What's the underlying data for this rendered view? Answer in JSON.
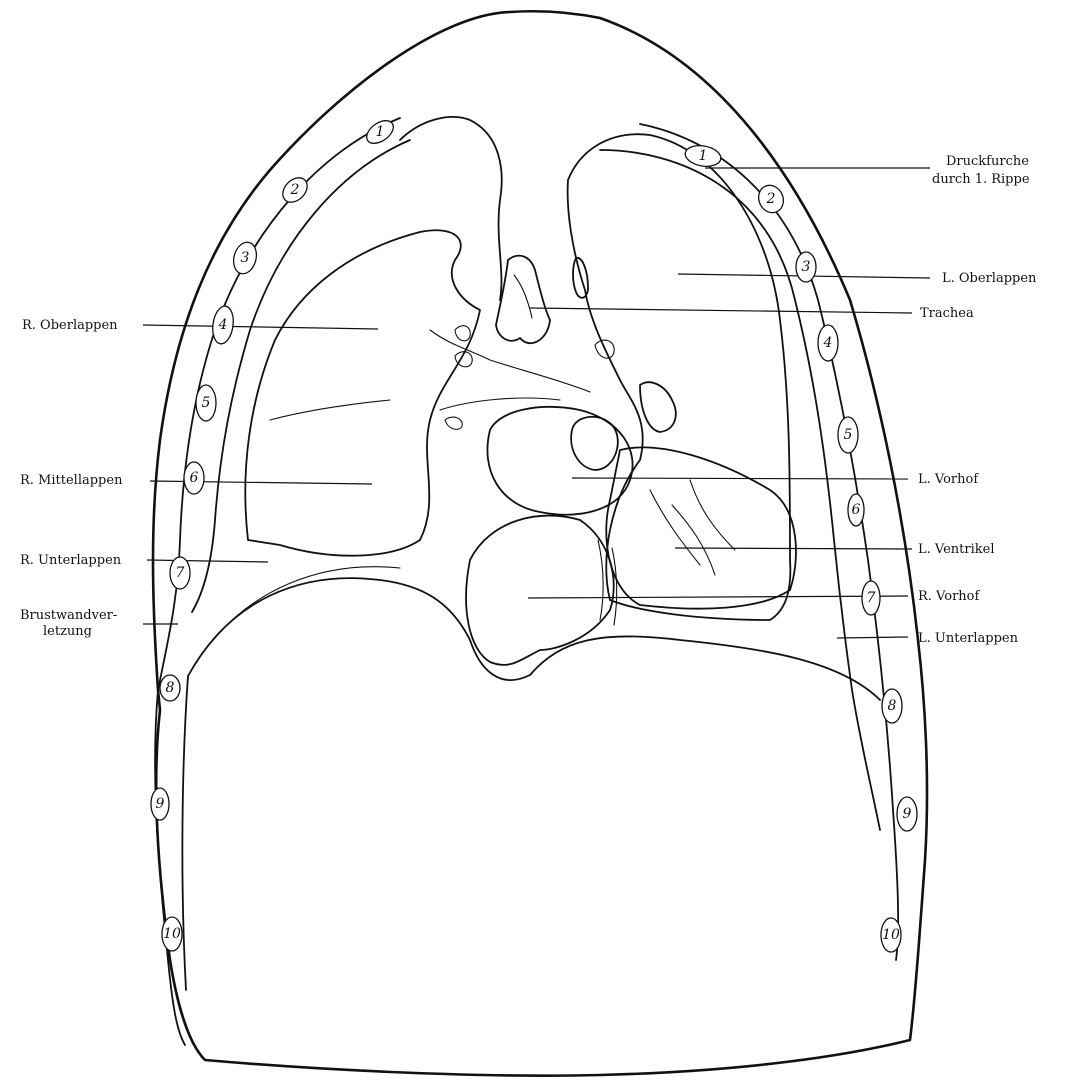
{
  "labels": {
    "druckfurche_line1": "Druckfurche",
    "druckfurche_line2": "durch 1. Rippe",
    "l_oberlappen": "L. Oberlappen",
    "trachea": "Trachea",
    "r_oberlappen": "R. Oberlappen",
    "r_mittellappen": "R. Mittellappen",
    "l_vorhof": "L. Vorhof",
    "l_ventrikel": "L. Ventrikel",
    "r_unterlappen": "R. Unterlappen",
    "r_vorhof": "R. Vorhof",
    "brustwand_line1": "Brustwandver-",
    "brustwand_line2": "letzung",
    "l_unterlappen": "L. Unterlappen"
  },
  "ribs_right": [
    "1",
    "2",
    "3",
    "4",
    "5",
    "6",
    "7",
    "8",
    "9",
    "10"
  ],
  "ribs_left": [
    "1",
    "2",
    "3",
    "4",
    "5",
    "6",
    "7",
    "8",
    "9",
    "10"
  ],
  "colors": {
    "ink": "#111111",
    "paper": "#ffffff"
  }
}
